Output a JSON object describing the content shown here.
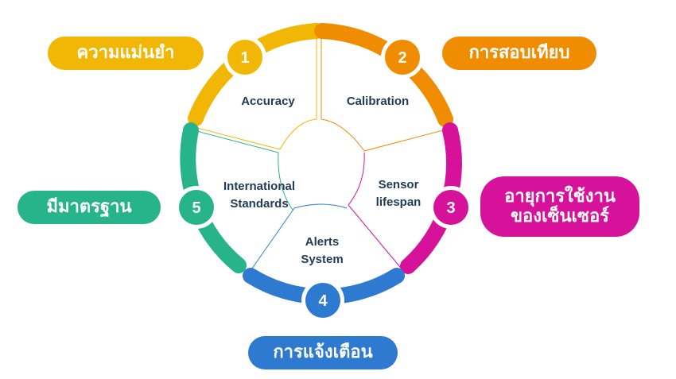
{
  "colors": {
    "yellow": "#F2B705",
    "orange": "#F08C00",
    "magenta": "#D6129B",
    "blue": "#2E7AD1",
    "green": "#27B48A",
    "segment_text": "#1F3B57"
  },
  "segments": [
    {
      "number": "1",
      "label": "Accuracy",
      "tag": "ความแม่นยำ"
    },
    {
      "number": "2",
      "label": "Calibration",
      "tag": "การสอบเทียบ"
    },
    {
      "number": "3",
      "label_line1": "Sensor",
      "label_line2": "lifespan",
      "tag_line1": "อายุการใช้งาน",
      "tag_line2": "ของเซ็นเซอร์"
    },
    {
      "number": "4",
      "label_line1": "Alerts",
      "label_line2": "System",
      "tag": "การแจ้งเตือน"
    },
    {
      "number": "5",
      "label_line1": "International",
      "label_line2": "Standards",
      "tag": "มีมาตรฐาน"
    }
  ]
}
